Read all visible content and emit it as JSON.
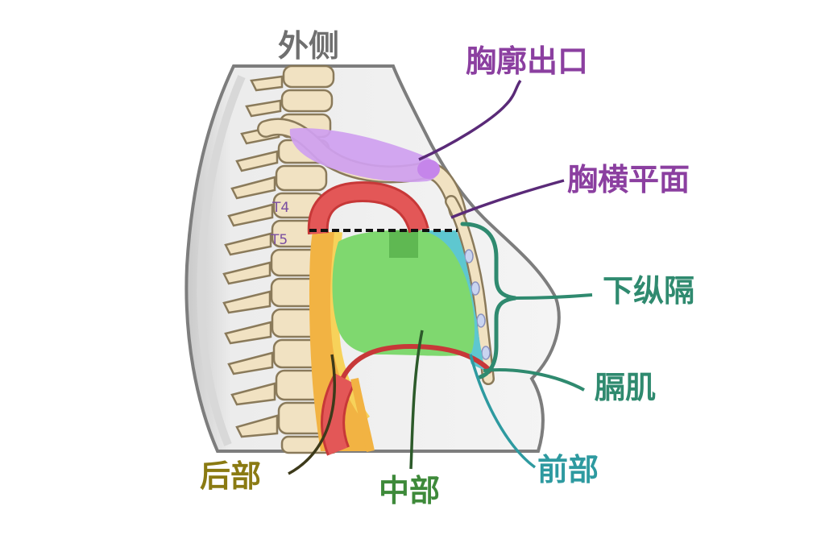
{
  "colors": {
    "lateral": "#6f6f6f",
    "thoracic_outlet": "#8b3fa0",
    "transverse_plane": "#8b3fa0",
    "inferior_mediastinum": "#2f8a6f",
    "diaphragm": "#2f8a6f",
    "posterior": "#8a7a12",
    "middle": "#3e8a3a",
    "anterior": "#2e9aa0",
    "outlet_fill": "#cf9ff0",
    "middle_fill": "#7fd86f",
    "anterior_fill": "#5ec7d0",
    "posterior_fill": "#f2b343",
    "aorta": "#d94848",
    "bone": "#f1e2c2"
  },
  "labels": {
    "lateral": "外侧",
    "thoracic_outlet": "胸廓出口",
    "transverse_plane": "胸横平面",
    "inferior_mediastinum": "下纵隔",
    "diaphragm": "膈肌",
    "posterior": "后部",
    "middle": "中部",
    "anterior": "前部"
  },
  "vertebrae": {
    "t4": "T4",
    "t5": "T5"
  }
}
